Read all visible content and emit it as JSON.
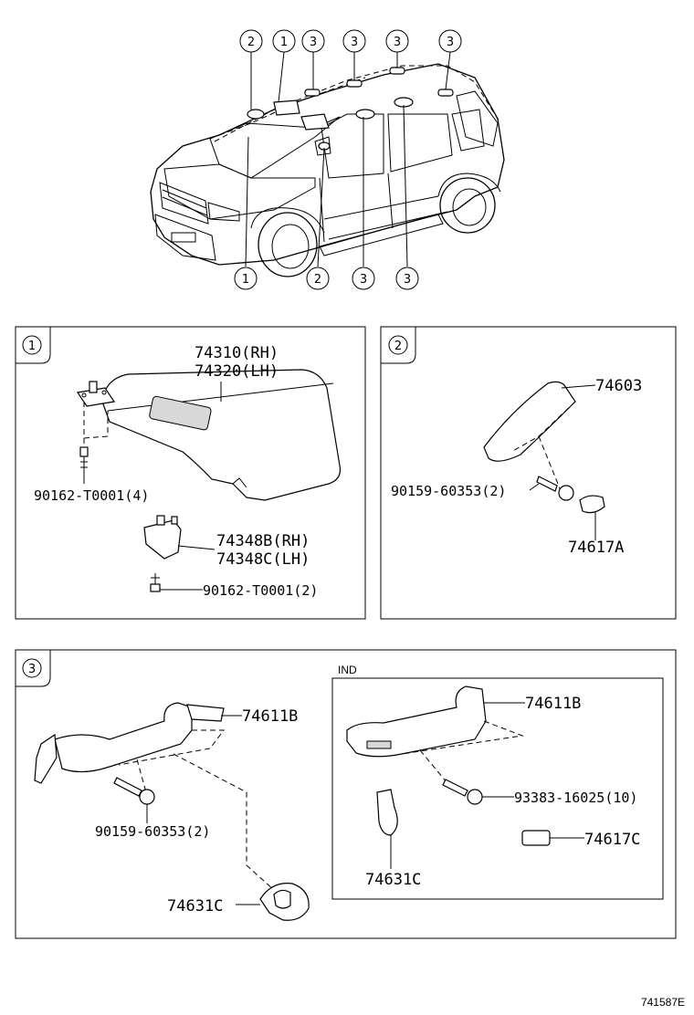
{
  "vehicle_callouts": {
    "top": [
      "2",
      "1",
      "3",
      "3",
      "3",
      "3"
    ],
    "bottom": [
      "1",
      "2",
      "3",
      "3"
    ]
  },
  "panel1": {
    "number": "1",
    "visor_rh": "74310(RH)",
    "visor_lh": "74320(LH)",
    "screw_a": "90162-T0001(4)",
    "holder_rh": "74348B(RH)",
    "holder_lh": "74348C(LH)",
    "screw_b": "90162-T0001(2)"
  },
  "panel2": {
    "number": "2",
    "grip": "74603",
    "screw": "90159-60353(2)",
    "cover": "74617A"
  },
  "panel3": {
    "number": "3",
    "grip": "74611B",
    "screw": "90159-60353(2)",
    "hook": "74631C",
    "ind_label": "IND",
    "ind_grip": "74611B",
    "ind_screw": "93383-16025(10)",
    "ind_cover": "74617C",
    "ind_hook": "74631C"
  },
  "diagram_code": "741587E"
}
